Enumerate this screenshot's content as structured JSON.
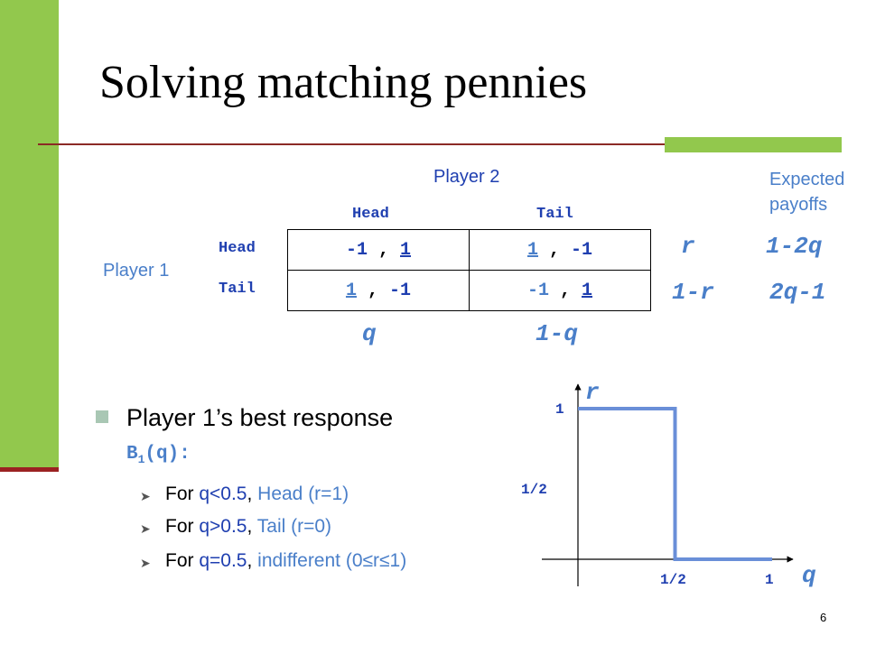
{
  "slide": {
    "title": "Solving matching pennies",
    "page_number": "6"
  },
  "game": {
    "player2_label": "Player 2",
    "player1_label": "Player 1",
    "expected_label_1": "Expected",
    "expected_label_2": "payoffs",
    "col_headers": [
      "Head",
      "Tail"
    ],
    "row_headers": [
      "Head",
      "Tail"
    ],
    "cells": [
      [
        {
          "a": "-1",
          "b": "1"
        },
        {
          "a": "1",
          "b": "-1"
        }
      ],
      [
        {
          "a": "1",
          "b": "-1"
        },
        {
          "a": "-1",
          "b": "1"
        }
      ]
    ],
    "row_probs": [
      "r",
      "1-r"
    ],
    "expected_payoffs": [
      "1-2q",
      "2q-1"
    ],
    "col_probs": [
      "q",
      "1-q"
    ]
  },
  "best_response": {
    "bullet": "Player 1’s best response",
    "b_label": "B",
    "b_sub": "1",
    "b_arg": "(q):",
    "items": [
      {
        "lead": "For ",
        "cond": "q<0.5",
        "sep": ", ",
        "result": "Head (r=1)"
      },
      {
        "lead": "For ",
        "cond": "q>0.5",
        "sep": ", ",
        "result": "Tail (r=0)"
      },
      {
        "lead": "For ",
        "cond": "q=0.5",
        "sep": ", ",
        "result": "indifferent (0≤r≤1)"
      }
    ]
  },
  "chart_data": {
    "type": "line",
    "title": "",
    "xlabel": "q",
    "ylabel": "r",
    "xlim": [
      0,
      1
    ],
    "ylim": [
      0,
      1
    ],
    "x_ticks": [
      "1/2",
      "1"
    ],
    "y_ticks": [
      "1",
      "1/2"
    ],
    "series": [
      {
        "x": [
          0,
          0.5,
          0.5,
          1
        ],
        "y": [
          1,
          1,
          0,
          0
        ],
        "color": "#6a8fd8"
      }
    ]
  }
}
